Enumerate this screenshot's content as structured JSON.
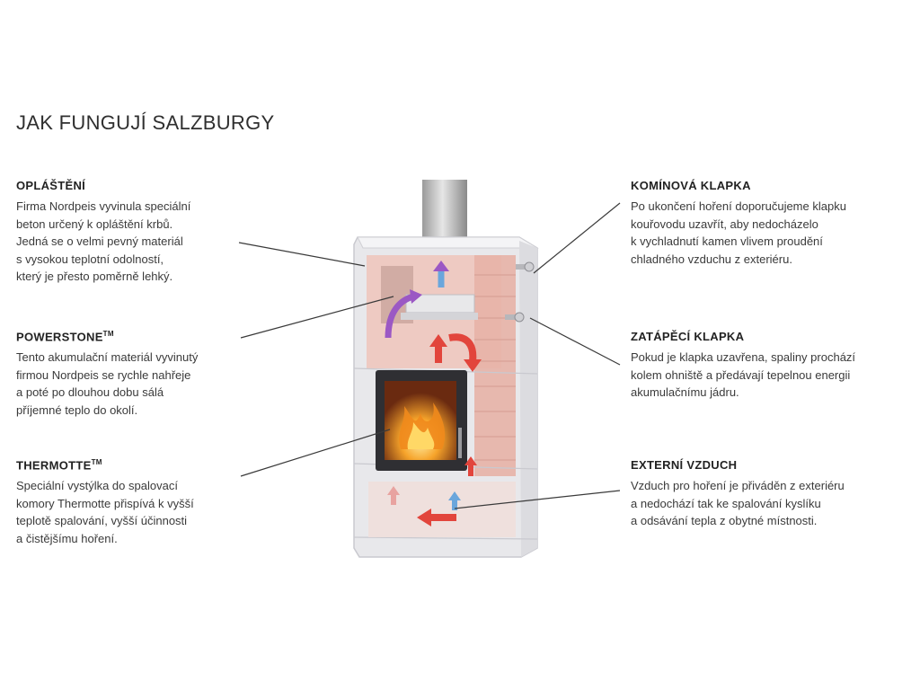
{
  "title": "JAK FUNGUJÍ SALZBURGY",
  "sections": {
    "oplasteni": {
      "heading": "OPLÁŠTĚNÍ",
      "lines": [
        "Firma Nordpeis vyvinula speciální",
        "beton určený k opláštění krbů.",
        "Jedná se o velmi pevný materiál",
        "s vysokou teplotní odolností,",
        "který je přesto poměrně lehký."
      ]
    },
    "powerstone": {
      "heading": "POWERSTONE",
      "mark": "TM",
      "lines": [
        "Tento akumulační materiál vyvinutý",
        "firmou Nordpeis se rychle nahřeje",
        "a poté po dlouhou dobu sálá",
        "příjemné teplo do okolí."
      ]
    },
    "thermotte": {
      "heading": "THERMOTTE",
      "mark": "TM",
      "lines": [
        "Speciální vystýlka do spalovací",
        "komory Thermotte přispívá k vyšší",
        "teplotě spalování, vyšší účinnosti",
        "a čistějšímu hoření."
      ]
    },
    "kominova": {
      "heading": "KOMÍNOVÁ KLAPKA",
      "lines": [
        "Po ukončení hoření doporučujeme klapku",
        "kouřovodu uzavřít, aby nedocházelo",
        "k vychladnutí kamen vlivem proudění",
        "chladného vzduchu z exteriéru."
      ]
    },
    "zatapeci": {
      "heading": "ZATÁPĚCÍ KLAPKA",
      "lines": [
        "Pokud je klapka uzavřena, spaliny prochází",
        "kolem ohniště a předávají tepelnou energii",
        "akumulačnímu jádru."
      ]
    },
    "externi": {
      "heading": "EXTERNÍ VZDUCH",
      "lines": [
        "Vzduch pro hoření je přiváděn z exteriéru",
        "a nedochází tak ke spalování kyslíku",
        "a odsávání tepla z obytné místnosti."
      ]
    }
  },
  "colors": {
    "warm_arrow": "#e2453c",
    "cool_arrow": "#6aa6dc",
    "purple_arrow": "#9b58c4",
    "core": "#e9b8ae",
    "shell": "#e3e3e6",
    "flame": "#f08a1c"
  }
}
